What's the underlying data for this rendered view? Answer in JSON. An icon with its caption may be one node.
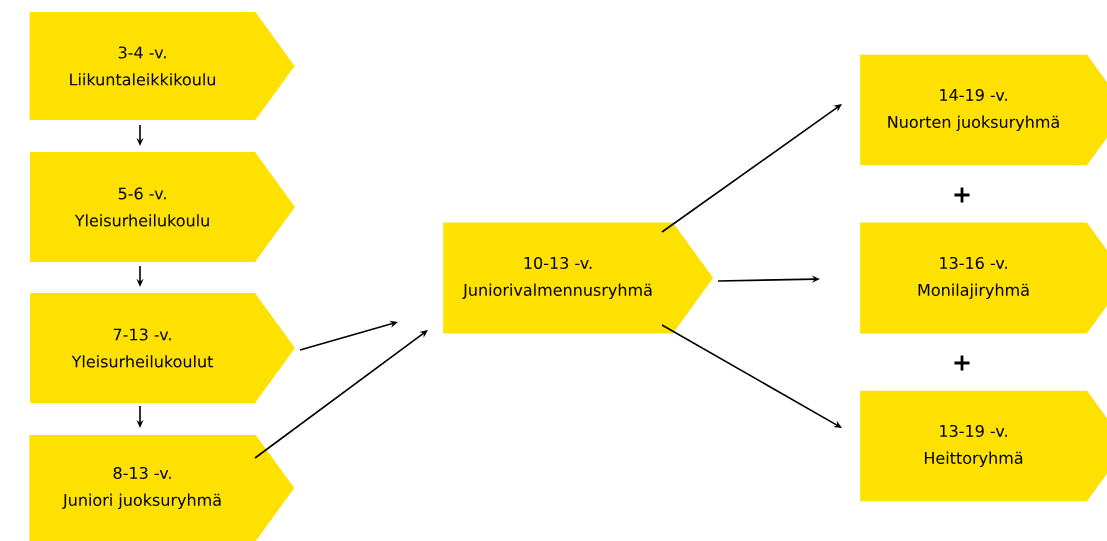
{
  "diagram": {
    "nodes": [
      {
        "text": [
          "3-4 -v.",
          "Liikuntaleikkikoulu"
        ]
      },
      {
        "text": [
          "5-6 -v.",
          "Yleisurheilukoulu"
        ]
      },
      {
        "text": [
          "7-13 -v.",
          "Yleisurheilukoulut"
        ]
      },
      {
        "text": [
          "8-13 -v.",
          "Juniori juoksuryhmä"
        ]
      },
      {
        "text": [
          "10-13 -v.",
          "Juniorivalmennusryhmä"
        ]
      },
      {
        "text": [
          "14-19 -v.",
          "Nuorten juoksuryhmä"
        ]
      },
      {
        "text": [
          "13-16 -v.",
          "Monilajiryhmä"
        ]
      },
      {
        "text": [
          "13-19 -v.",
          "Heittoryhmä"
        ]
      }
    ],
    "edges": [
      {
        "from": 0,
        "to": 1,
        "arrow": "to"
      },
      {
        "from": 1,
        "to": 2,
        "arrow": "to"
      },
      {
        "from": 2,
        "to": 3,
        "arrow": "to"
      },
      {
        "from": 2,
        "to": 4,
        "arrow": "to"
      },
      {
        "from": 3,
        "to": 4,
        "arrow": "to"
      },
      {
        "from": 4,
        "to": 5,
        "arrow": "to"
      },
      {
        "from": 4,
        "to": 6,
        "arrow": "to"
      },
      {
        "from": 4,
        "to": 7,
        "arrow": "to"
      }
    ],
    "labels": [
      "+",
      "+"
    ]
  }
}
